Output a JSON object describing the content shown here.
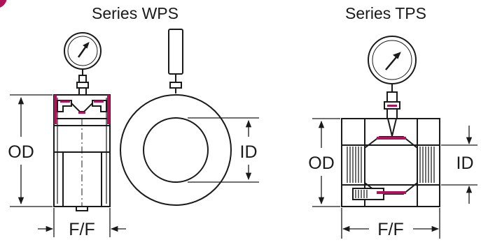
{
  "wps": {
    "title": "Series WPS",
    "od_label": "OD",
    "id_label": "ID",
    "ff_label": "F/F"
  },
  "tps": {
    "title": "Series TPS",
    "od_label": "OD",
    "id_label": "ID",
    "ff_label": "F/F"
  },
  "colors": {
    "accent": "#b0125a",
    "outline": "#1a1a1a",
    "hatch": "#333333"
  }
}
